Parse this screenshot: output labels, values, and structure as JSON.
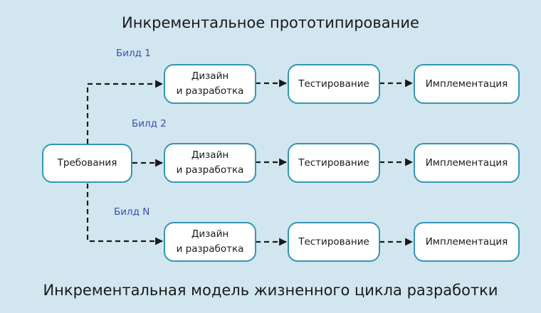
{
  "title": "Инкрементальное прототипирование",
  "footer_caption": "Инкрементальная модель жизненного цикла разработки",
  "colors": {
    "background": "#d1e6ef",
    "node_border": "#3596b2",
    "node_fill": "#ffffff",
    "build_label": "#3f4fae",
    "connector": "#1a1a1a"
  },
  "root": {
    "label": "Требования"
  },
  "builds": [
    {
      "label": "Билд 1",
      "stages": [
        {
          "label": "Дизайн\nи разработка"
        },
        {
          "label": "Тестирование"
        },
        {
          "label": "Имплементация"
        }
      ]
    },
    {
      "label": "Билд 2",
      "stages": [
        {
          "label": "Дизайн\nи разработка"
        },
        {
          "label": "Тестирование"
        },
        {
          "label": "Имплементация"
        }
      ]
    },
    {
      "label": "Билд N",
      "stages": [
        {
          "label": "Дизайн\nи разработка"
        },
        {
          "label": "Тестирование"
        },
        {
          "label": "Имплементация"
        }
      ]
    }
  ],
  "edges": [
    {
      "from": "root",
      "to": "build-1-design"
    },
    {
      "from": "build-1-design",
      "to": "build-1-testing"
    },
    {
      "from": "build-1-testing",
      "to": "build-1-implementation"
    },
    {
      "from": "root",
      "to": "build-2-design"
    },
    {
      "from": "build-2-design",
      "to": "build-2-testing"
    },
    {
      "from": "build-2-testing",
      "to": "build-2-implementation"
    },
    {
      "from": "root",
      "to": "build-n-design"
    },
    {
      "from": "build-n-design",
      "to": "build-n-testing"
    },
    {
      "from": "build-n-testing",
      "to": "build-n-implementation"
    }
  ]
}
